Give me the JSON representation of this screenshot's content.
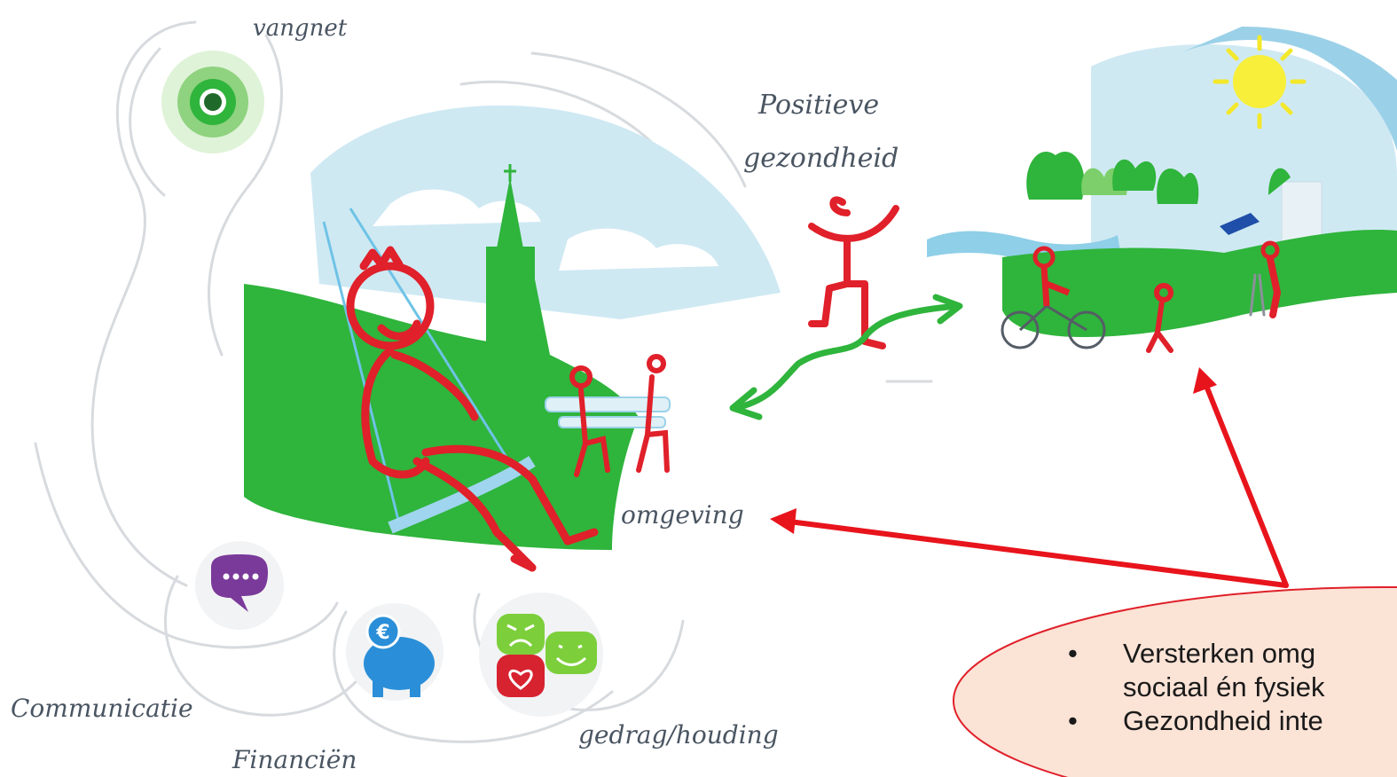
{
  "labels": {
    "vangnet": "vangnet",
    "positieve_line1": "Positieve",
    "positieve_line2": "gezondheid",
    "omgeving": "omgeving",
    "communicatie": "Communicatie",
    "financien": "Financiën",
    "gedrag": "gedrag/houding"
  },
  "callout": {
    "bullet1_line1": "Versterken omg",
    "bullet1_line2": "sociaal én fysiek",
    "bullet2_line1": "Gezondheid inte"
  },
  "icons": {
    "vangnet": "target-icon",
    "communicatie": "speech-bubble-icon",
    "financien": "piggy-bank-euro-icon",
    "gedrag": "emotion-faces-icon"
  },
  "colors": {
    "green": "#2fb43c",
    "red": "#e0202a",
    "sky": "#cfe9f3",
    "callout_fill": "#fbe3d6",
    "callout_border": "#e0202a",
    "arrow": "#e8141c",
    "purple": "#7a3a9a",
    "blue": "#2a8fd8"
  }
}
